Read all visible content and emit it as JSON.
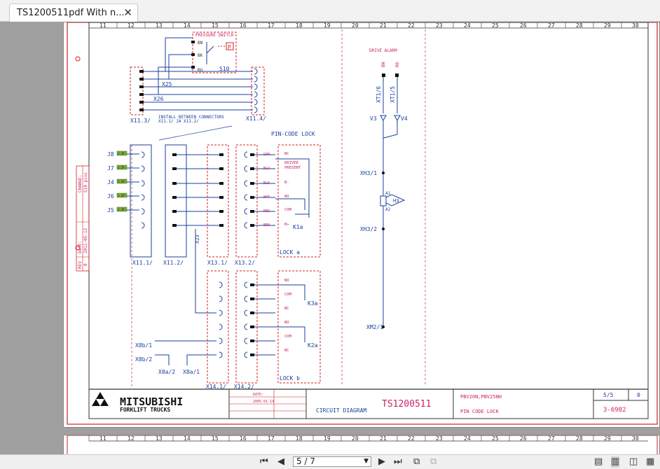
{
  "tab": {
    "title": "TS1200511pdf With n...",
    "close_glyph": "✕"
  },
  "ruler": {
    "columns": [
      "11",
      "12",
      "13",
      "14",
      "15",
      "16",
      "17",
      "18",
      "19",
      "20",
      "21",
      "22",
      "23",
      "24",
      "25",
      "26",
      "27",
      "28",
      "29",
      "30"
    ]
  },
  "revision_block": {
    "change_label": "CHANGE:",
    "change_value": "S10 pins",
    "date_label": "DATE:",
    "date_value": "2011-05-12",
    "rev_label": "REV",
    "rev_value": "0"
  },
  "diagram": {
    "pressure_switch": "PRESSURE SWITCH",
    "pressure_pins": [
      "BN",
      "BK",
      "BU"
    ],
    "pressure_symbol": "P",
    "s10": "S10",
    "x25": "X25",
    "x26": "X26",
    "x11_3": "X11.3/",
    "x11_4": "X11.4/",
    "install_note_1": "INSTALL BETWEEN CONNECTORS",
    "install_note_2": "X11.1/ JA X11.2/",
    "pin_code_lock": "PIN-CODE LOCK",
    "jumpers": [
      "J8",
      "J7",
      "J4",
      "J6",
      "J5"
    ],
    "jumper_codes": [
      "1-2P",
      "1-2P",
      "1-2P",
      "1-2P",
      "1-2P"
    ],
    "x11_1": "X11.1/",
    "x11_2": "X11.2/",
    "x23": "X23",
    "x13_1": "X13.1/",
    "x13_2": "X13.2/",
    "lock_a_wires": [
      "GRN",
      "BLU",
      "BLK",
      "WHT",
      "RED",
      "BRN"
    ],
    "lock_a_terms": [
      "NC",
      "DRIVER",
      "PRESENT",
      "B-",
      "NO",
      "COM",
      "B+"
    ],
    "k1a": "K1a",
    "lock_a": "LOCK a",
    "lock_b_terms": [
      "NO",
      "COM",
      "NC",
      "NO",
      "COM",
      "NC"
    ],
    "k3a": "K3a",
    "k2a": "K2a",
    "lock_b": "LOCK b",
    "x8b_1": "X8b/1",
    "x8b_2": "X8b/2",
    "x8a_2": "X8a/2",
    "x8a_1": "X8a/1",
    "x14_1": "X14.1/",
    "x14_2": "X14.2/",
    "drive_alarm": "DRIVE ALARM",
    "alarm_wires": [
      "BN",
      "RD"
    ],
    "xt1_6": "XT1/6",
    "xt1_5": "XT1/5",
    "v3": "V3",
    "v4": "V4",
    "xh3_1": "XH3/1",
    "xh3_2": "XH3/2",
    "h3": "H3",
    "a1": "A1",
    "a2": "A2",
    "xm2_1": "XM2/1"
  },
  "title_block": {
    "company": "MITSUBISHI",
    "company_sub": "FORKLIFT TRUCKS",
    "date_label": "DATE:",
    "date_value": "2005-01-14",
    "doc_type": "CIRCUIT DIAGRAM",
    "doc_number": "TS1200511",
    "models": "PBV20N,PBV25NH",
    "title": "PIN CODE LOCK",
    "sheet": "5/5",
    "rev": "0",
    "drawing_no": "3-6982"
  },
  "toolbar": {
    "page_value": "5 / 7"
  },
  "colors": {
    "frame": "#d02020",
    "wire": "#1a3f9e",
    "accent": "#cc2266"
  }
}
